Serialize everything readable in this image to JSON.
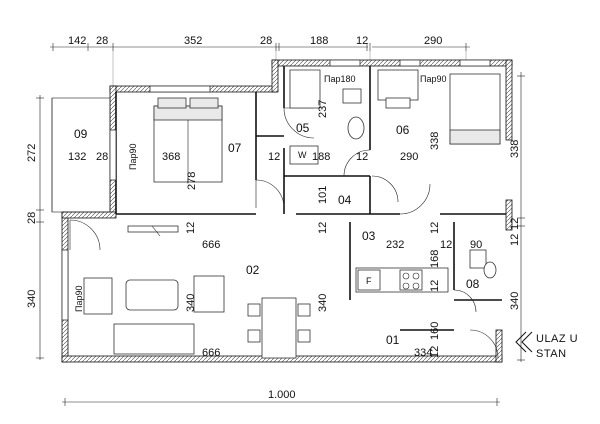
{
  "top_dims": [
    "142",
    "28",
    "352",
    "28",
    "188",
    "12",
    "290"
  ],
  "left_dims": [
    "272",
    "28",
    "340"
  ],
  "right_dims": [
    "338",
    "12",
    "340"
  ],
  "bottom_dim": "1.000",
  "rooms": {
    "r01": "01",
    "r02": "02",
    "r03": "03",
    "r04": "04",
    "r05": "05",
    "r06": "06",
    "r07": "07",
    "r08": "08",
    "r09": "09"
  },
  "inner_dims": {
    "d132": "132",
    "d28": "28",
    "d368": "368",
    "d278": "278",
    "d12a": "12",
    "d188": "188",
    "d12b": "12",
    "d290": "290",
    "d237": "237",
    "d338": "338",
    "d101": "101",
    "d12c": "12",
    "d666a": "666",
    "d12d": "12",
    "d232": "232",
    "d12e": "12",
    "d12f": "12",
    "d90": "90",
    "d168": "168",
    "d12g": "12",
    "d340a": "340",
    "d340b": "340",
    "d666b": "666",
    "d334": "334",
    "d160": "160",
    "d12h": "12",
    "d12i": "12"
  },
  "labels": {
    "par180": "Пар180",
    "par90_top": "Пар90",
    "par90_bed": "Пар90",
    "par90_left": "Пар90",
    "w": "W",
    "f": "F",
    "entrance_1": "ULAZ U",
    "entrance_2": "STAN"
  }
}
